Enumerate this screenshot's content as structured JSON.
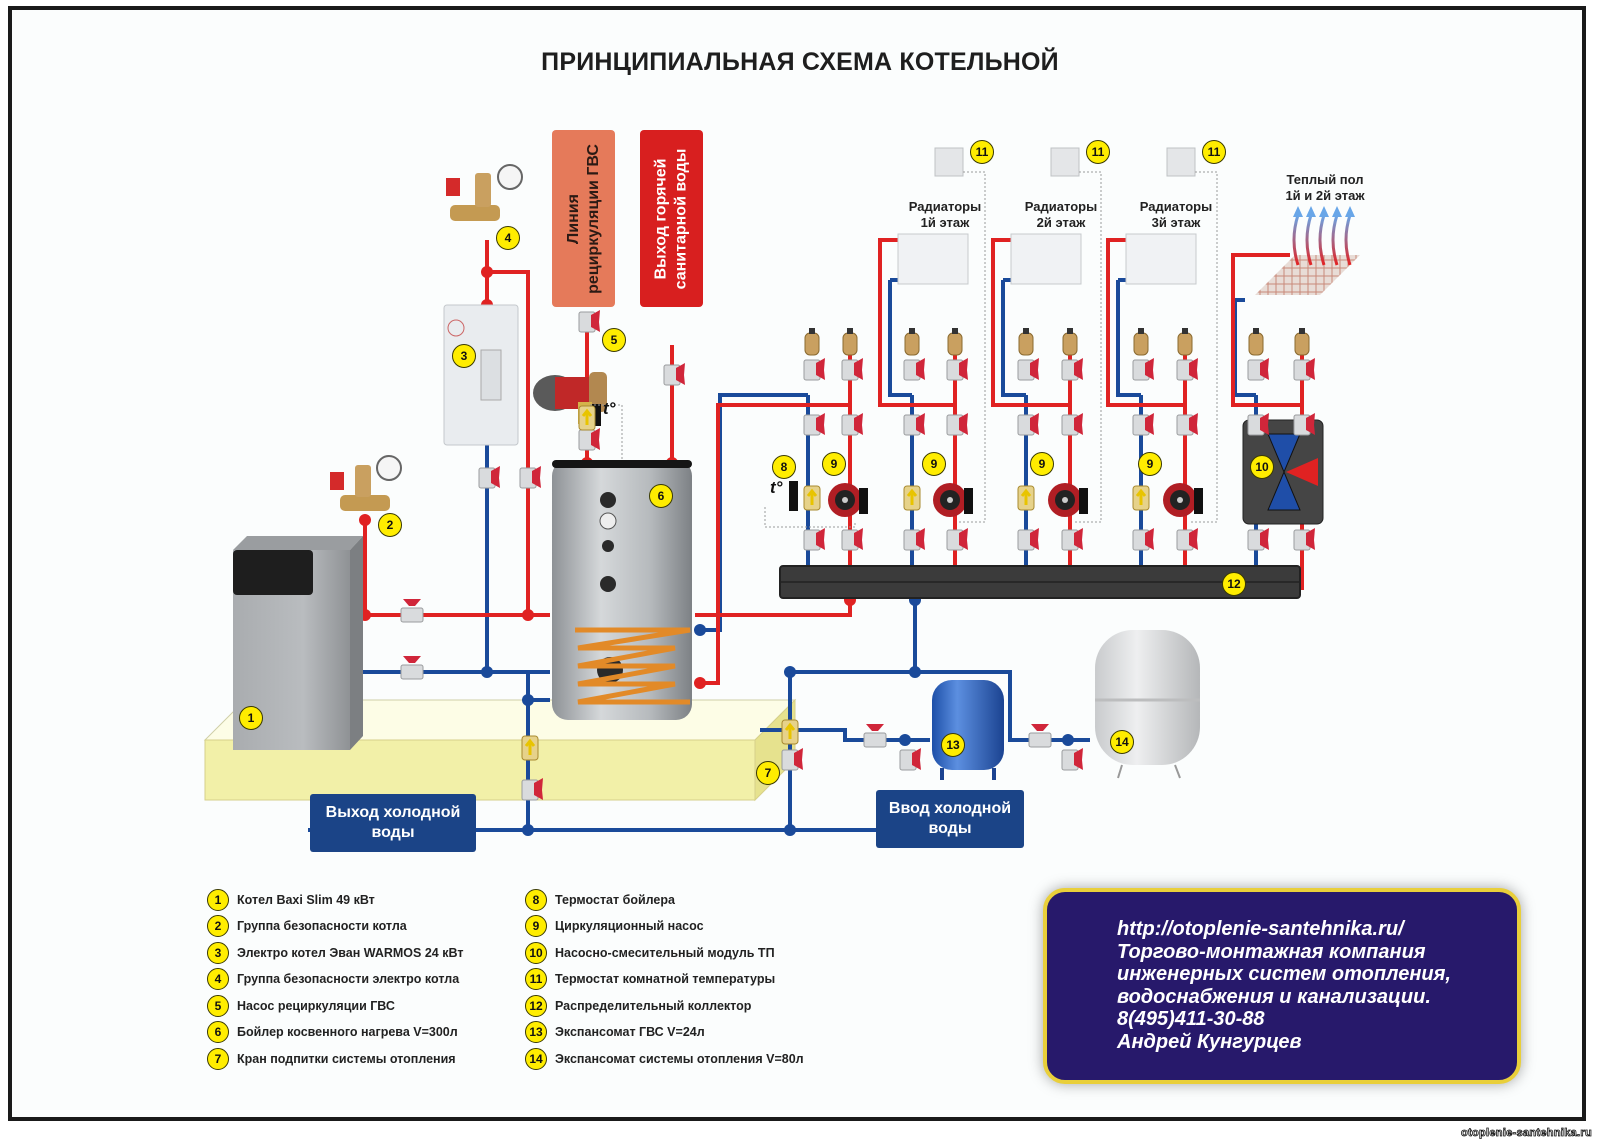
{
  "title": "ПРИНЦИПИАЛЬНАЯ СХЕМА КОТЕЛЬНОЙ",
  "colors": {
    "hot_pipe": "#e02222",
    "cold_pipe": "#1a4a9a",
    "marker_badge": "#ffed00",
    "recirculation_label_bg": "#e57a5a",
    "hot_outlet_label_bg": "#d81f1f",
    "water_box_bg": "#1b4487",
    "contact_bg": "#27196b",
    "contact_border": "#e9cf3a",
    "platform": "#f2f0a8",
    "collector": "#3b3b3b"
  },
  "labels": {
    "recirculation_line": "Линия\nрециркуляции ГВС",
    "hot_water_outlet": "Выход горячей\nсанитарной воды",
    "cold_water_outlet": "Выход холодной\nводы",
    "cold_water_inlet": "Ввод холодной\nводы",
    "thermostat_symbol": "t°"
  },
  "floors": [
    {
      "label": "Радиаторы\n1й этаж",
      "thermostat_tag": "11",
      "pump_tag": "9"
    },
    {
      "label": "Радиаторы\n2й этаж",
      "thermostat_tag": "11",
      "pump_tag": "9"
    },
    {
      "label": "Радиаторы\n3й этаж",
      "thermostat_tag": "11",
      "pump_tag": "9"
    },
    {
      "label": "Теплый пол\n1й и 2й этаж",
      "module_tag": "10"
    }
  ],
  "tags": {
    "boiler": "1",
    "boiler_safety": "2",
    "electric_boiler": "3",
    "electric_safety": "4",
    "recirc_pump": "5",
    "indirect_boiler": "6",
    "makeup_valve": "7",
    "boiler_thermostat": "8",
    "circ_pump": "9",
    "mixing_module": "10",
    "room_thermostat": "11",
    "collector": "12",
    "expansion_dhw": "13",
    "expansion_heating": "14"
  },
  "legend": [
    {
      "num": "1",
      "text": "Котел Baxi Slim 49 кВт"
    },
    {
      "num": "2",
      "text": "Группа безопасности котла"
    },
    {
      "num": "3",
      "text": "Электро котел Эван WARMOS 24 кВт"
    },
    {
      "num": "4",
      "text": "Группа безопасности электро котла"
    },
    {
      "num": "5",
      "text": "Насос рециркуляции ГВС"
    },
    {
      "num": "6",
      "text": "Бойлер косвенного нагрева V=300л"
    },
    {
      "num": "7",
      "text": "Кран подпитки системы отопления"
    },
    {
      "num": "8",
      "text": "Термостат бойлера"
    },
    {
      "num": "9",
      "text": "Циркуляционный насос"
    },
    {
      "num": "10",
      "text": "Насосно-смесительный модуль ТП"
    },
    {
      "num": "11",
      "text": "Термостат комнатной температуры"
    },
    {
      "num": "12",
      "text": "Распределительный коллектор"
    },
    {
      "num": "13",
      "text": "Экспансомат ГВС V=24л"
    },
    {
      "num": "14",
      "text": "Экспансомат системы отопления V=80л"
    }
  ],
  "contact": {
    "url": "http://otoplenie-santehnika.ru/",
    "line1": "Торгово-монтажная компания",
    "line2": "инженерных систем отопления,",
    "line3": "водоснабжения и канализации.",
    "phone": "8(495)411-30-88",
    "name": "Андрей Кунгурцев"
  },
  "watermark": "otoplenie-santehnika.ru"
}
